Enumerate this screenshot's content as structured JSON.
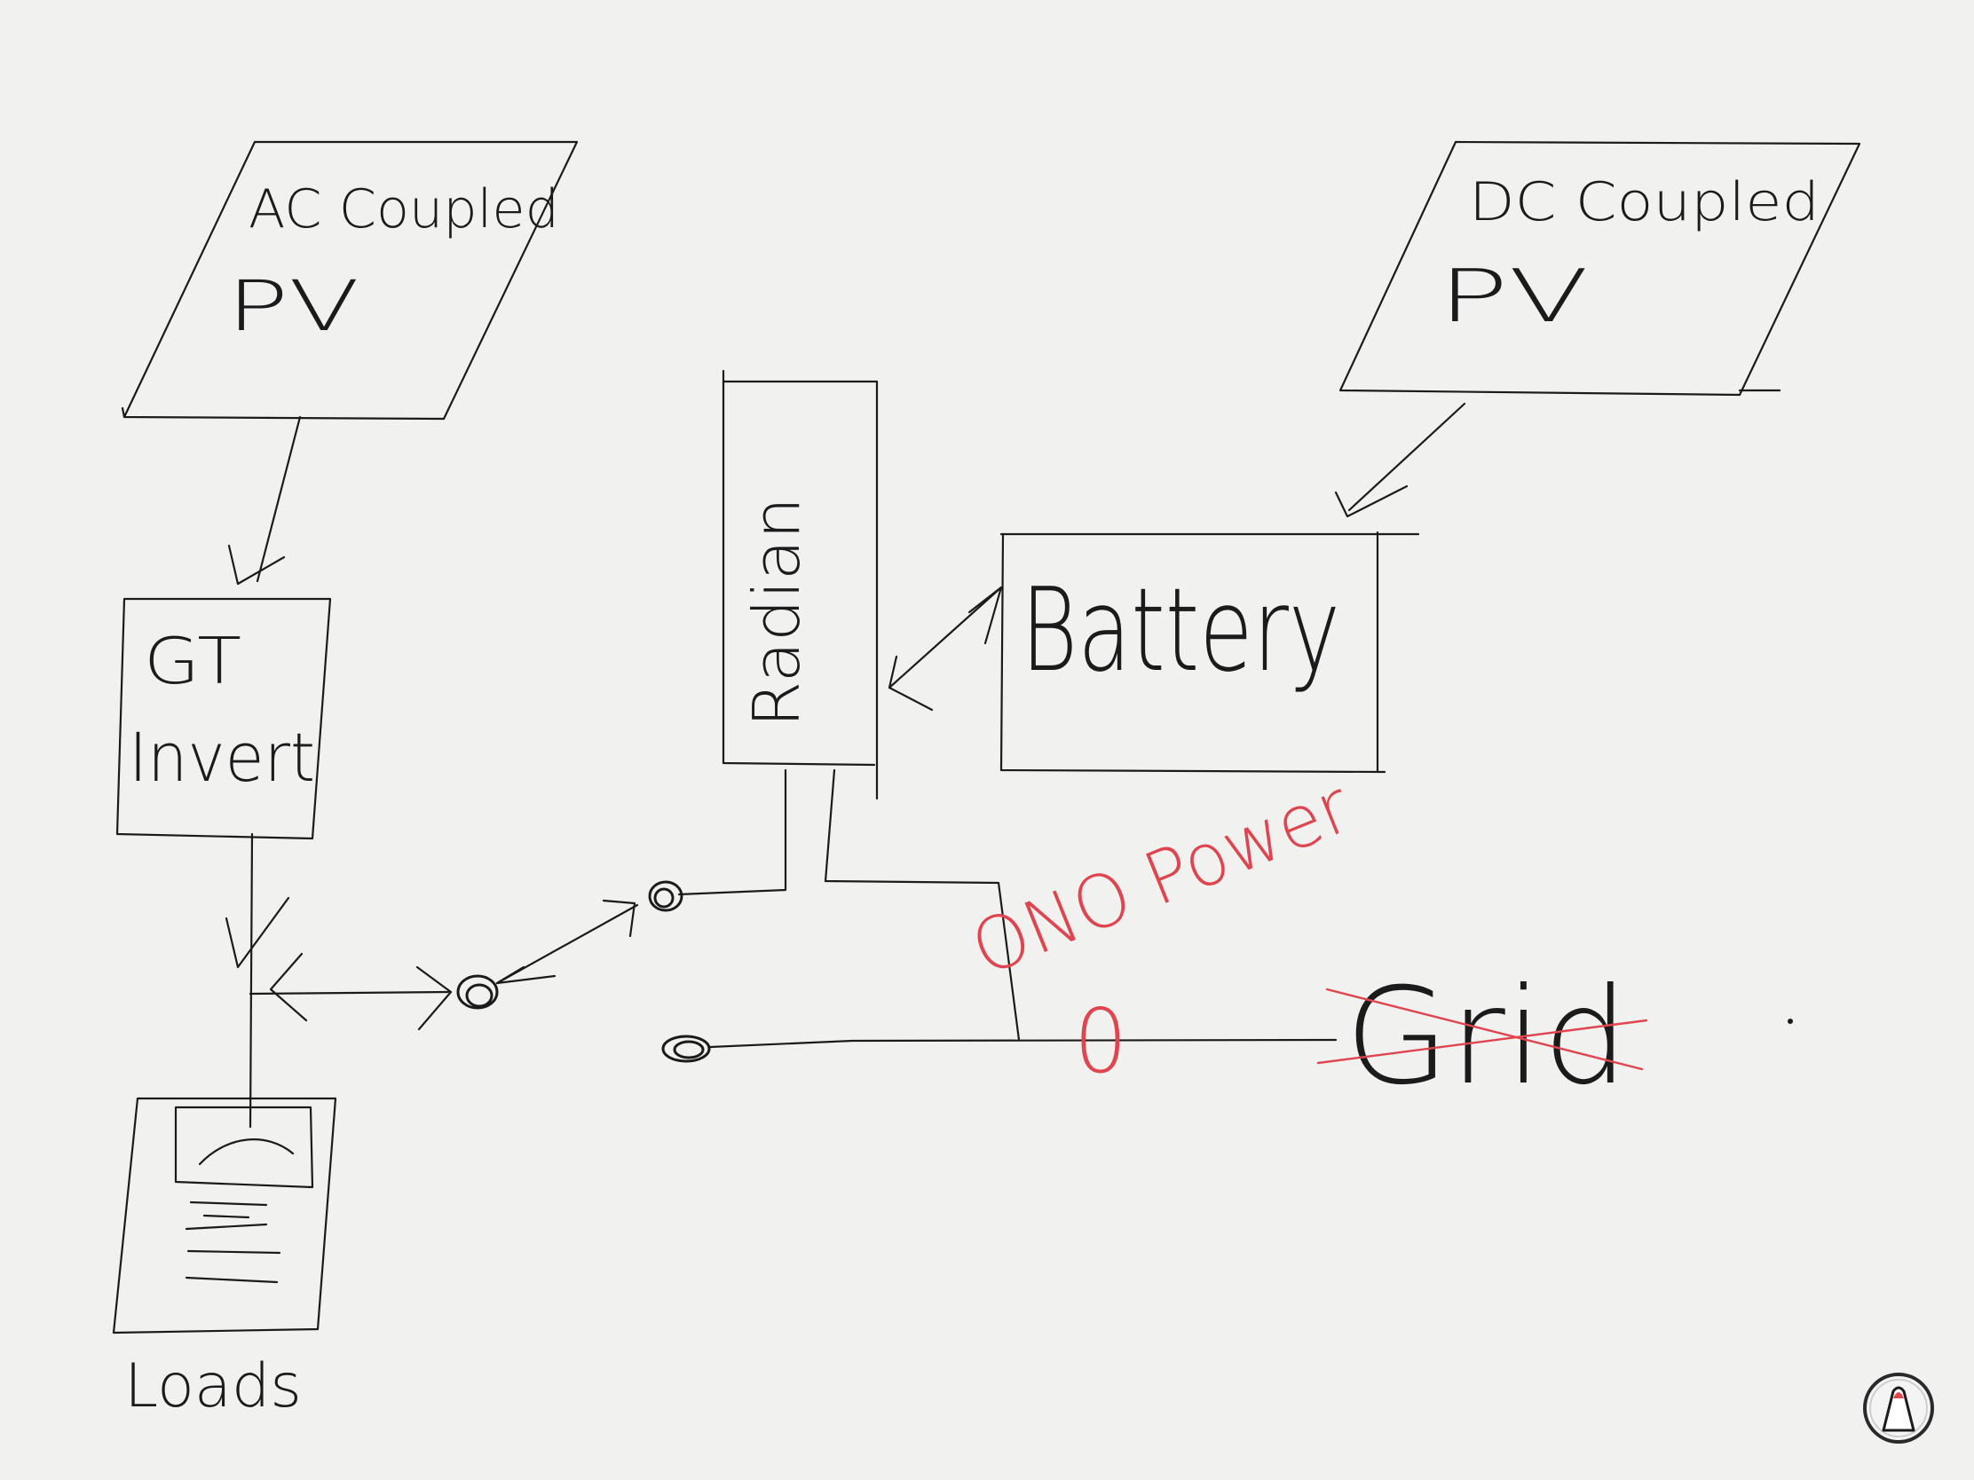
{
  "colors": {
    "paper": "#f1f1f0",
    "ink": "#1b1b1b",
    "red_ink": "#e0454f"
  },
  "diagram": {
    "ac_pv": {
      "line1": "AC Coupled",
      "line2": "PV"
    },
    "dc_pv": {
      "line1": "DC Coupled",
      "line2": "PV"
    },
    "gt_inverter": {
      "line1": "GT",
      "line2": "Invert"
    },
    "radian": "Radian",
    "battery": "Battery",
    "loads": "Loads",
    "grid": "Grid",
    "ono_power": "ONO Power",
    "zero": "0"
  },
  "toolbar": {
    "pen_tool_icon": "pen-tool-icon"
  }
}
